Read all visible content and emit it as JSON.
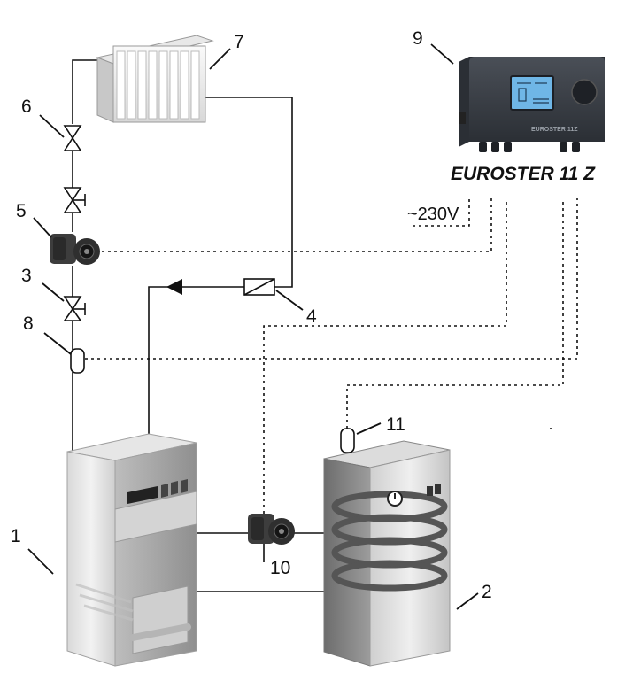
{
  "controller": {
    "model_label": "EUROSTER 11 Z",
    "panel_brand": "EUROSTER 11Z"
  },
  "power_label": "~230V",
  "callouts": [
    "1",
    "2",
    "3",
    "4",
    "5",
    "6",
    "7",
    "8",
    "9",
    "10",
    "11"
  ],
  "colors": {
    "line": "#111111",
    "device_body": "#3a3f47",
    "lcd": "#6fb6e6",
    "arrow": "#111111"
  }
}
